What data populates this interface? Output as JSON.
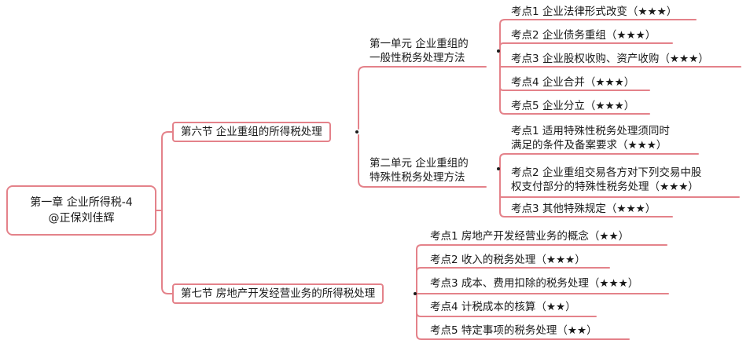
{
  "root": {
    "line1": "第一章  企业所得税-4",
    "line2": "@正保刘佳辉"
  },
  "sec6": {
    "title": "第六节  企业重组的所得税处理",
    "unit1": {
      "line1": "第一单元  企业重组的",
      "line2": "一般性税务处理方法",
      "points": [
        {
          "text": "考点1  企业法律形式改变（★★★）"
        },
        {
          "text": "考点2  企业债务重组（★★★）"
        },
        {
          "text": "考点3  企业股权收购、资产收购（★★★）"
        },
        {
          "text": "考点4  企业合并（★★★）"
        },
        {
          "text": "考点5  企业分立（★★★）"
        }
      ]
    },
    "unit2": {
      "line1": "第二单元  企业重组的",
      "line2": "特殊性税务处理方法",
      "points": [
        {
          "line1": "考点1  适用特殊性税务处理须同时",
          "line2": "满足的条件及备案要求（★★★）"
        },
        {
          "line1": "考点2  企业重组交易各方对下列交易中股",
          "line2": "权支付部分的特殊性税务处理（★★★）"
        },
        {
          "text": "考点3  其他特殊规定（★★★）"
        }
      ]
    }
  },
  "sec7": {
    "title": "第七节  房地产开发经营业务的所得税处理",
    "points": [
      {
        "text": "考点1  房地产开发经营业务的概念（★★）"
      },
      {
        "text": "考点2  收入的税务处理（★★★）"
      },
      {
        "text": "考点3  成本、费用扣除的税务处理（★★★）"
      },
      {
        "text": "考点4  计税成本的核算（★★）"
      },
      {
        "text": "考点5  特定事项的税务处理（★★）"
      }
    ]
  },
  "colors": {
    "line": "#e4828a"
  }
}
